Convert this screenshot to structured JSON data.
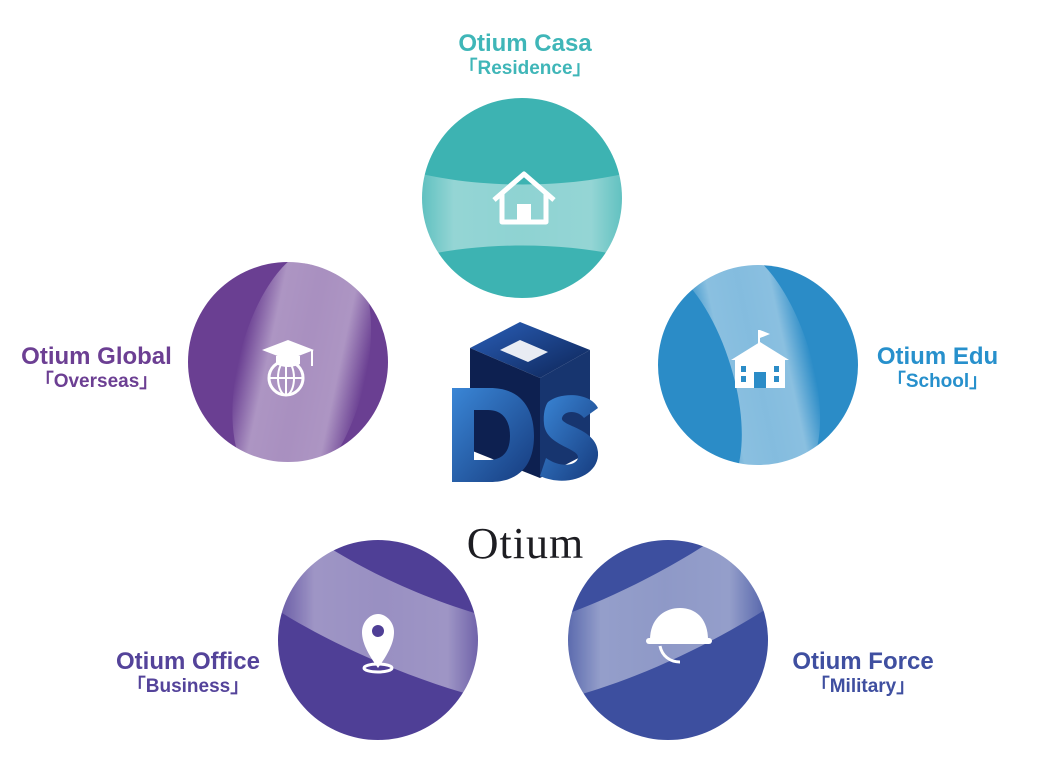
{
  "brand": {
    "name": "Otium",
    "logo_letters": "DS",
    "logo_colors": {
      "dark": "#0b1b3a",
      "mid": "#1d4c9c",
      "light": "#3a86d6"
    }
  },
  "segments": [
    {
      "key": "casa",
      "title": "Otium Casa",
      "subtitle": "「Residence」",
      "icon": "house-icon",
      "color": "#3db3b2",
      "label_color": "#3fb6b8"
    },
    {
      "key": "edu",
      "title": "Otium Edu",
      "subtitle": "「School」",
      "icon": "school-building-icon",
      "color": "#2b8cc7",
      "label_color": "#2790cc"
    },
    {
      "key": "force",
      "title": "Otium Force",
      "subtitle": "「Military」",
      "icon": "military-helmet-icon",
      "color": "#3d4f9f",
      "label_color": "#3f4fa0"
    },
    {
      "key": "office",
      "title": "Otium Office",
      "subtitle": "「Business」",
      "icon": "map-pin-icon",
      "color": "#4f3f96",
      "label_color": "#54439a"
    },
    {
      "key": "global",
      "title": "Otium Global",
      "subtitle": "「Overseas」",
      "icon": "graduation-globe-icon",
      "color": "#6a3f92",
      "label_color": "#6c3f93"
    }
  ]
}
